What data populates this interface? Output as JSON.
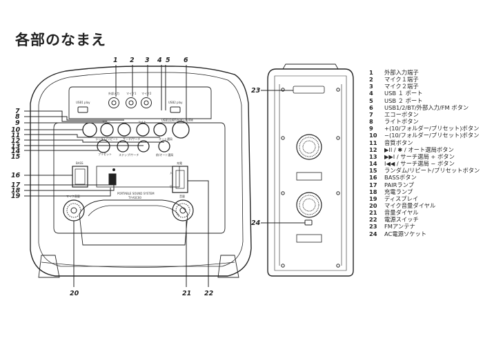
{
  "page_title": "各部のなまえ",
  "front_callouts": {
    "top": [
      "1",
      "2",
      "3",
      "4",
      "5",
      "6"
    ],
    "left": [
      "7",
      "8",
      "9",
      "10",
      "11",
      "12",
      "13",
      "14",
      "15",
      "16",
      "17",
      "18",
      "19"
    ],
    "bottom": [
      "20",
      "21",
      "22"
    ]
  },
  "back_callouts": [
    "23",
    "24"
  ],
  "panel_text": {
    "ext_input": "外部入力",
    "mic1": "マイク1",
    "mic2": "マイク2",
    "usb1": "USB1 play",
    "usb2": "USB2 play",
    "mode": "USB1/2/BT/外部入力/FM",
    "bass": "BASS",
    "echo": "エコー",
    "light": "ライト",
    "random": "ランダム/リピート",
    "preset": "プリセット",
    "search": "サーチ/サーチ",
    "step": "ステップ/サーチ",
    "auto": "オート選局",
    "prev_auto": "前/オート選局",
    "charge": "充電",
    "product": "PORTABLE SOUND SYSTEM",
    "model": "TY-ASC60",
    "mic_volume": "マイク音量",
    "volume": "音量",
    "sub_label": "入",
    "sub_label2": "切"
  },
  "legend": [
    {
      "num": "1",
      "text": "外部入力端子"
    },
    {
      "num": "2",
      "text": "マイク１端子"
    },
    {
      "num": "3",
      "text": "マイク２端子"
    },
    {
      "num": "4",
      "text": "USB １ ポート"
    },
    {
      "num": "5",
      "text": "USB ２ ポート"
    },
    {
      "num": "6",
      "text": "USB1/2/BT/外部入力/FM ボタン"
    },
    {
      "num": "7",
      "text": "エコーボタン"
    },
    {
      "num": "8",
      "text": "ライトボタン"
    },
    {
      "num": "9",
      "text": "+(10/フォルダー/プリセット)ボタン"
    },
    {
      "num": "10",
      "text": "−(10/フォルダー/プリセット)ボタン"
    },
    {
      "num": "11",
      "text": "音質ボタン"
    },
    {
      "num": "12",
      "text": "▶II / ✱ / オート選局ボタン"
    },
    {
      "num": "13",
      "text": "▶▶I / サーチ選局 + ボタン"
    },
    {
      "num": "14",
      "text": "I◀◀ / サーチ選局 − ボタン"
    },
    {
      "num": "15",
      "text": "ランダム/リピート/プリセットボタン"
    },
    {
      "num": "16",
      "text": "BASSボタン"
    },
    {
      "num": "17",
      "text": "PAIRランプ"
    },
    {
      "num": "18",
      "text": "充電ランプ"
    },
    {
      "num": "19",
      "text": "ディスプレイ"
    },
    {
      "num": "20",
      "text": "マイク音量ダイヤル"
    },
    {
      "num": "21",
      "text": "音量ダイヤル"
    },
    {
      "num": "22",
      "text": "電源スイッチ"
    },
    {
      "num": "23",
      "text": "FMアンテナ"
    },
    {
      "num": "24",
      "text": "AC電源ソケット"
    }
  ]
}
